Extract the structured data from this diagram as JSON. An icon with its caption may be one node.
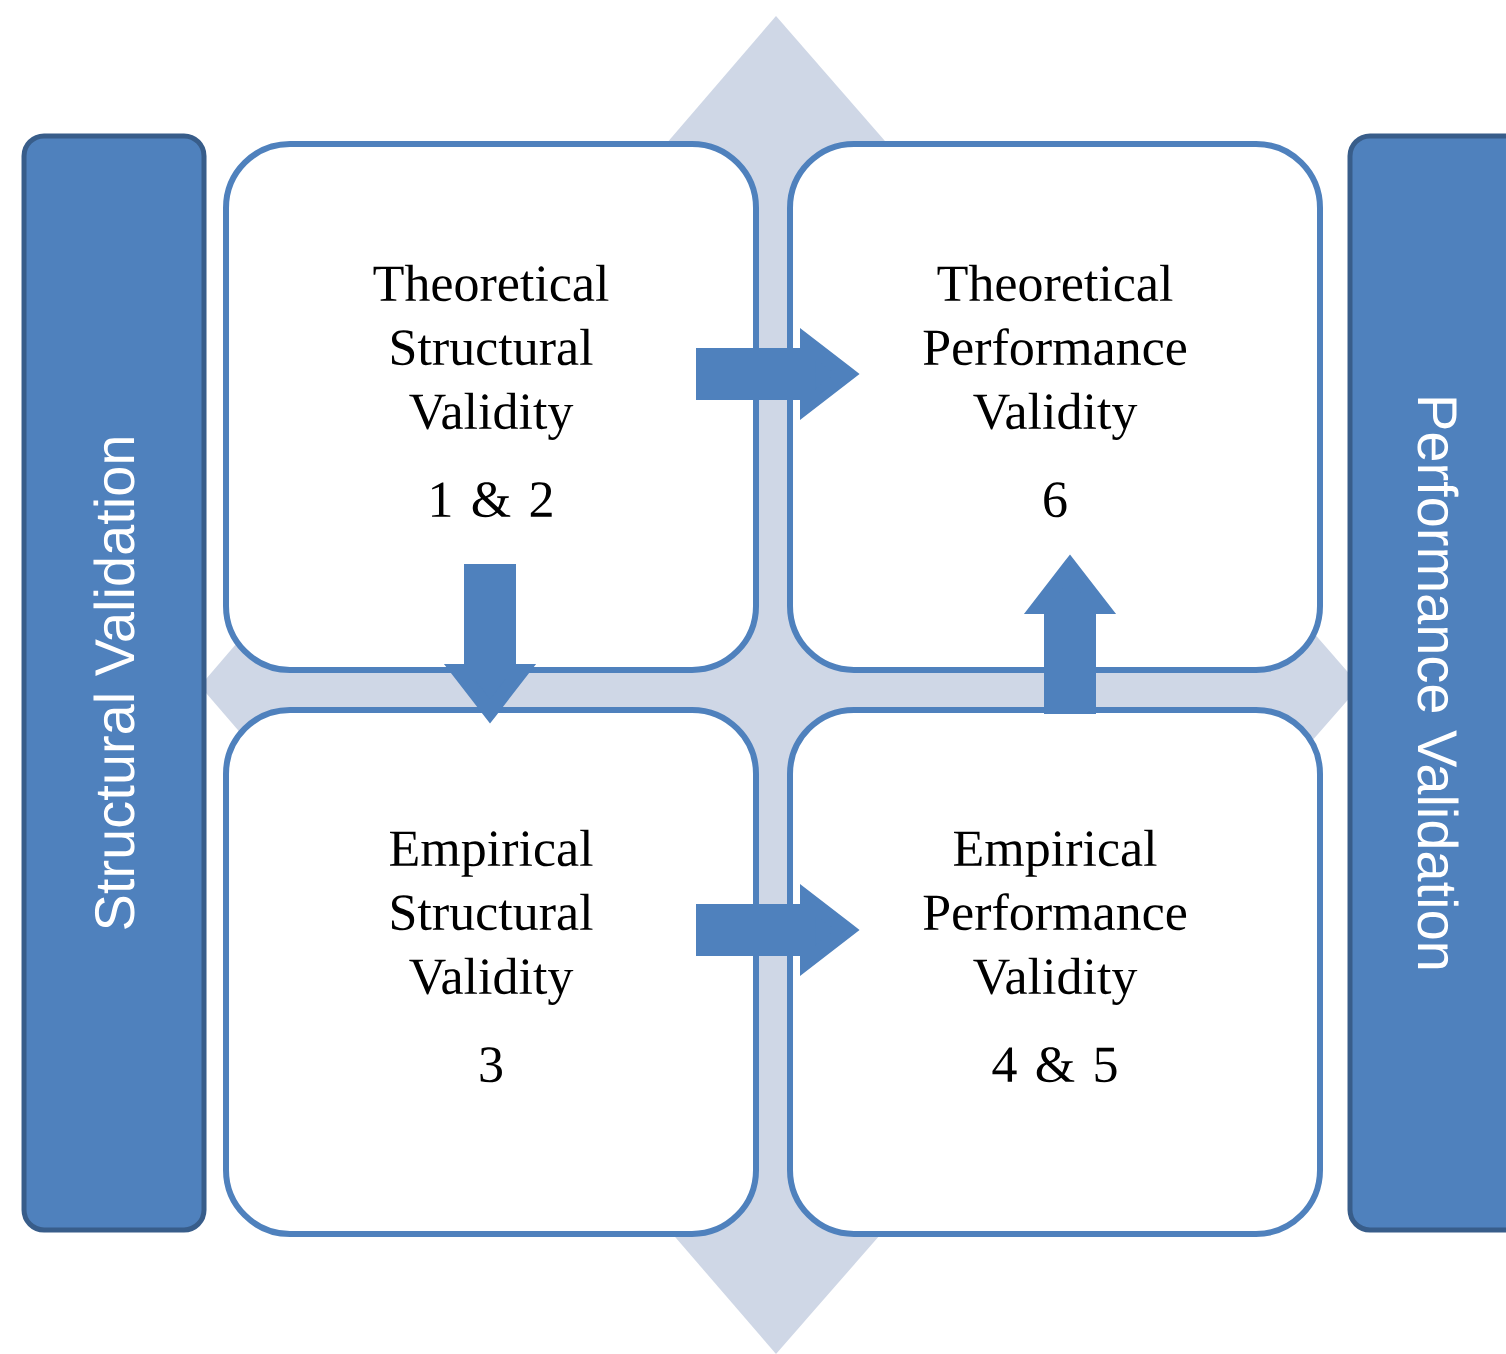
{
  "diagram": {
    "nodes": [
      {
        "text": [
          "Structural Validation"
        ]
      },
      {
        "text": [
          "Theoretical Structural Validity",
          "1 & 2"
        ]
      },
      {
        "text": [
          "Theoretical Performance Validity",
          "6"
        ]
      },
      {
        "text": [
          "Empirical Structural Validity",
          "3"
        ]
      },
      {
        "text": [
          "Empirical Performance Validity",
          "4 & 5"
        ]
      },
      {
        "text": [
          "Performance Validation"
        ]
      }
    ],
    "edges": [
      {
        "from": 1,
        "to": 2,
        "arrow": "to"
      },
      {
        "from": 1,
        "to": 3,
        "arrow": "to"
      },
      {
        "from": 3,
        "to": 4,
        "arrow": "to"
      },
      {
        "from": 4,
        "to": 2,
        "arrow": "to"
      }
    ]
  }
}
